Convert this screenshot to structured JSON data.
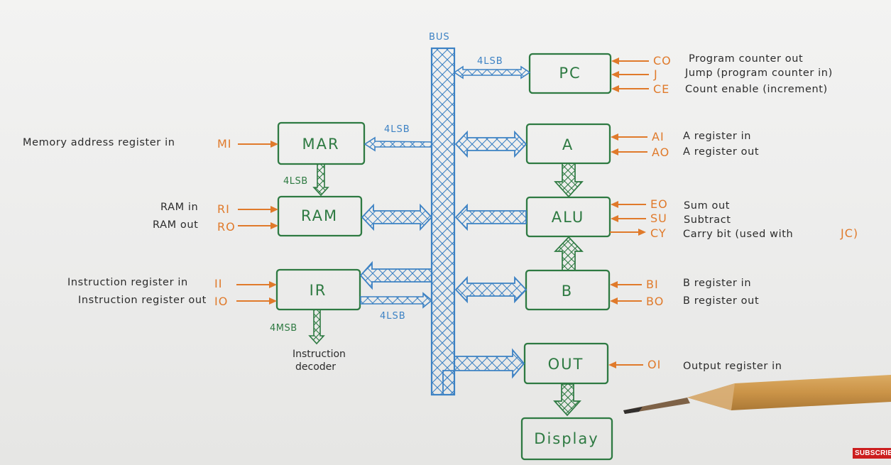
{
  "bus": {
    "label": "BUS"
  },
  "blocks": {
    "pc": "PC",
    "mar": "MAR",
    "a": "A",
    "ram": "RAM",
    "alu": "ALU",
    "ir": "IR",
    "b": "B",
    "out": "OUT",
    "display": "Display"
  },
  "bus_labels": {
    "pc_4lsb": "4LSB",
    "mar_4lsb": "4LSB",
    "ir_4lsb": "4LSB"
  },
  "internal_labels": {
    "mar_ram_4lsb": "4LSB",
    "ir_4msb": "4MSB",
    "decoder_line1": "Instruction",
    "decoder_line2": "decoder"
  },
  "left_signals": [
    {
      "id": "mi",
      "desc": "Memory address register in",
      "code": "MI"
    },
    {
      "id": "ri",
      "desc": "RAM in",
      "code": "RI"
    },
    {
      "id": "ro",
      "desc": "RAM out",
      "code": "RO"
    },
    {
      "id": "ii",
      "desc": "Instruction register in",
      "code": "II"
    },
    {
      "id": "io",
      "desc": "Instruction register out",
      "code": "IO"
    }
  ],
  "right_signals": [
    {
      "id": "co",
      "code": "CO",
      "desc": "Program counter out"
    },
    {
      "id": "j",
      "code": "J",
      "desc": "Jump (program counter in)"
    },
    {
      "id": "ce",
      "code": "CE",
      "desc": "Count enable (increment)"
    },
    {
      "id": "ai",
      "code": "AI",
      "desc": "A register in"
    },
    {
      "id": "ao",
      "code": "AO",
      "desc": "A register out"
    },
    {
      "id": "eo",
      "code": "EO",
      "desc": "Sum out"
    },
    {
      "id": "su",
      "code": "SU",
      "desc": "Subtract"
    },
    {
      "id": "cy",
      "code": "CY",
      "desc": "Carry bit (used with",
      "tail": "JC)"
    },
    {
      "id": "bi",
      "code": "BI",
      "desc": "B register in"
    },
    {
      "id": "bo",
      "code": "BO",
      "desc": "B register out"
    },
    {
      "id": "oi",
      "code": "OI",
      "desc": "Output register in"
    }
  ],
  "overlay": {
    "subscribe": "SUBSCRIBE"
  },
  "colors": {
    "block": "#2e7a42",
    "bus": "#3d82c4",
    "signal": "#e07a2b",
    "text": "#2b2b2b"
  }
}
